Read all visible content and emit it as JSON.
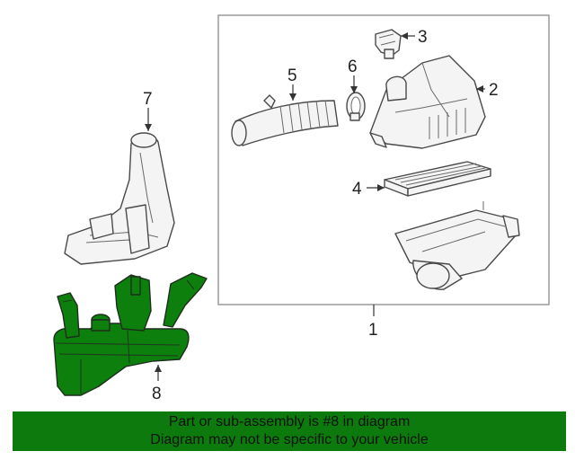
{
  "callouts": {
    "c1": "1",
    "c2": "2",
    "c3": "3",
    "c4": "4",
    "c5": "5",
    "c6": "6",
    "c7": "7",
    "c8": "8"
  },
  "banner": {
    "line1": "Part or sub-assembly is #8 in diagram",
    "line2": "Diagram may not be specific to your vehicle"
  },
  "colors": {
    "highlight": "#0d7f0d",
    "banner": "#0c7a0c"
  }
}
